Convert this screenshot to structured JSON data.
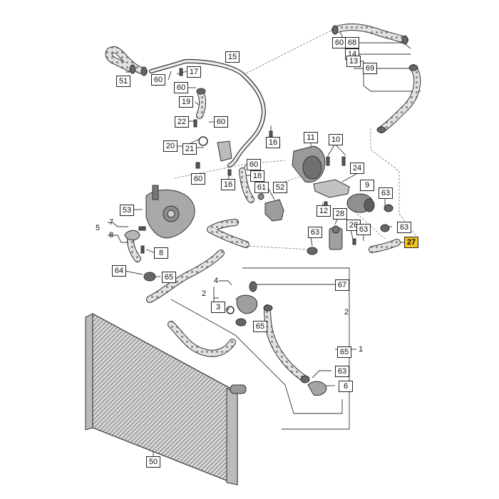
{
  "diagram": {
    "callouts": [
      {
        "id": "c60a",
        "text": "60"
      },
      {
        "id": "c68",
        "text": "68"
      },
      {
        "id": "c14",
        "text": "14"
      },
      {
        "id": "c13",
        "text": "13"
      },
      {
        "id": "c69",
        "text": "69"
      },
      {
        "id": "c15",
        "text": "15"
      },
      {
        "id": "c17",
        "text": "17"
      },
      {
        "id": "c60b",
        "text": "60"
      },
      {
        "id": "c51",
        "text": "51"
      },
      {
        "id": "c60c",
        "text": "60"
      },
      {
        "id": "c19",
        "text": "19"
      },
      {
        "id": "c22",
        "text": "22"
      },
      {
        "id": "c60d",
        "text": "60"
      },
      {
        "id": "c16a",
        "text": "16"
      },
      {
        "id": "c20",
        "text": "20"
      },
      {
        "id": "c21",
        "text": "21"
      },
      {
        "id": "c11",
        "text": "11"
      },
      {
        "id": "c10",
        "text": "10"
      },
      {
        "id": "c60e",
        "text": "60"
      },
      {
        "id": "c18",
        "text": "18"
      },
      {
        "id": "c60f",
        "text": "60"
      },
      {
        "id": "c16b",
        "text": "16"
      },
      {
        "id": "c24",
        "text": "24"
      },
      {
        "id": "c9",
        "text": "9"
      },
      {
        "id": "c61",
        "text": "61"
      },
      {
        "id": "c52",
        "text": "52"
      },
      {
        "id": "c63a",
        "text": "63"
      },
      {
        "id": "c53",
        "text": "53"
      },
      {
        "id": "c12",
        "text": "12"
      },
      {
        "id": "c28",
        "text": "28"
      },
      {
        "id": "c7",
        "text": "7"
      },
      {
        "id": "c5",
        "text": "5"
      },
      {
        "id": "c8a",
        "text": "8"
      },
      {
        "id": "c26",
        "text": "26"
      },
      {
        "id": "c63b",
        "text": "63"
      },
      {
        "id": "c63c",
        "text": "63"
      },
      {
        "id": "c63d",
        "text": "63"
      },
      {
        "id": "c27",
        "text": "27"
      },
      {
        "id": "c8b",
        "text": "8"
      },
      {
        "id": "c64",
        "text": "64"
      },
      {
        "id": "c65a",
        "text": "65"
      },
      {
        "id": "c4",
        "text": "4"
      },
      {
        "id": "c67",
        "text": "67"
      },
      {
        "id": "c2a",
        "text": "2"
      },
      {
        "id": "c3",
        "text": "3"
      },
      {
        "id": "c2b",
        "text": "2"
      },
      {
        "id": "c65b",
        "text": "65"
      },
      {
        "id": "c65c",
        "text": "65"
      },
      {
        "id": "c1",
        "text": "1"
      },
      {
        "id": "c63e",
        "text": "63"
      },
      {
        "id": "c6",
        "text": "6"
      },
      {
        "id": "c50",
        "text": "50"
      }
    ]
  }
}
